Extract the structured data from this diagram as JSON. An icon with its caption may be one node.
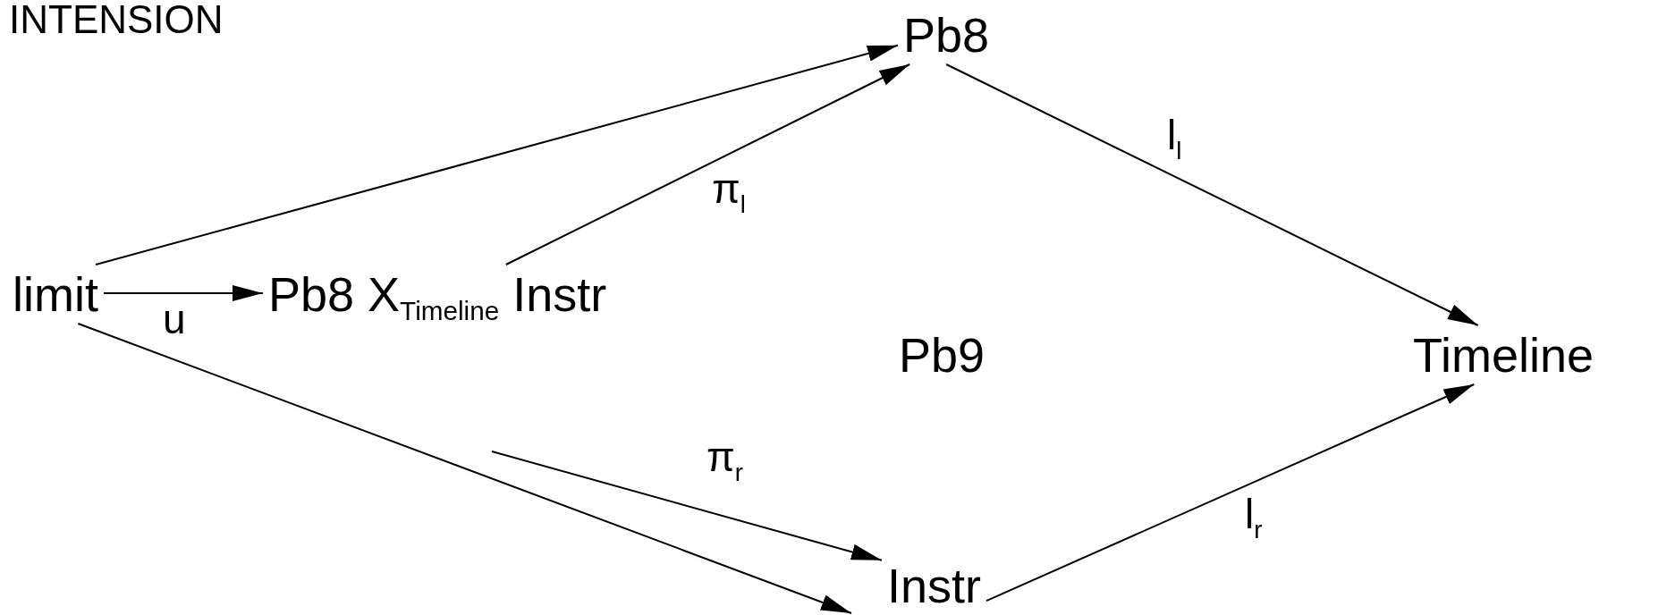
{
  "diagram": {
    "title": "INTENSION",
    "nodes": [
      {
        "text": [
          "limit"
        ]
      },
      {
        "text": [
          "Pb8 X$_{Timeline}$ Instr"
        ]
      },
      {
        "text": [
          "Pb8"
        ]
      },
      {
        "text": [
          "Timeline"
        ]
      },
      {
        "text": [
          "Instr"
        ]
      }
    ],
    "edges": [
      {
        "from": 0,
        "to": 2,
        "arrow": "to"
      },
      {
        "from": 0,
        "to": 1,
        "label": "u",
        "arrow": "to"
      },
      {
        "from": 0,
        "to": 4,
        "arrow": "to"
      },
      {
        "from": 1,
        "to": 2,
        "label": "π$_{l}$",
        "arrow": "to"
      },
      {
        "from": 1,
        "to": 4,
        "label": "π$_{r}$",
        "arrow": "to"
      },
      {
        "from": 2,
        "to": 3,
        "label": "l$_{l}$",
        "arrow": "to"
      },
      {
        "from": 4,
        "to": 3,
        "label": "l$_{r}$",
        "arrow": "to"
      }
    ],
    "labels": [
      "Pb9"
    ]
  }
}
